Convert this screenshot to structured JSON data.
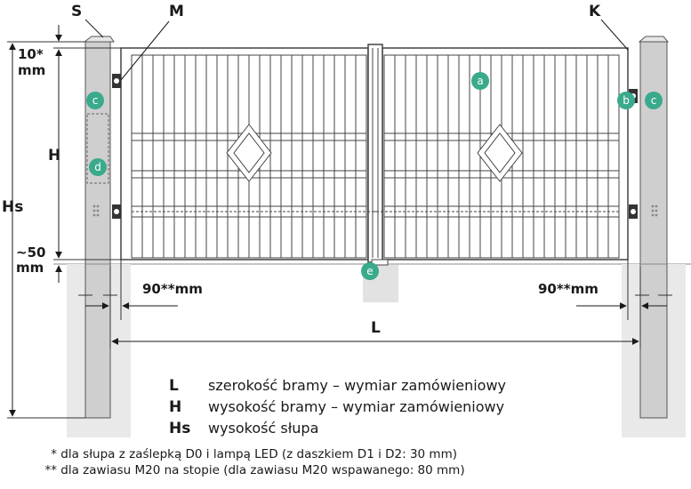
{
  "labels": {
    "S": "S",
    "M": "M",
    "K": "K",
    "H": "H",
    "Hs": "Hs",
    "L": "L",
    "top_gap_value": "10*",
    "top_gap_unit": "mm",
    "bottom_gap_value": "~50",
    "bottom_gap_unit": "mm",
    "left_offset": "90**mm",
    "right_offset": "90**mm"
  },
  "badges": {
    "a": "a",
    "b": "b",
    "c_left": "c",
    "c_right": "c",
    "d": "d",
    "e": "e"
  },
  "legend": [
    {
      "key": "L",
      "desc": "szerokość bramy – wymiar zamówieniowy"
    },
    {
      "key": "H",
      "desc": "wysokość bramy – wymiar zamówieniowy"
    },
    {
      "key": "Hs",
      "desc": "wysokość słupa"
    }
  ],
  "notes": [
    {
      "mark": "*",
      "text": "dla słupa z zaślepką D0 i lampą LED (z daszkiem D1 i D2: 30 mm)"
    },
    {
      "mark": "**",
      "text": "dla zawiasu M20 na stopie (dla zawiasu M20 wspawanego: 80 mm)"
    }
  ],
  "colors": {
    "badge": "#3aaa8c",
    "post": "#cfcfcf",
    "foundation": "#e8e8e8",
    "line": "#333333"
  }
}
